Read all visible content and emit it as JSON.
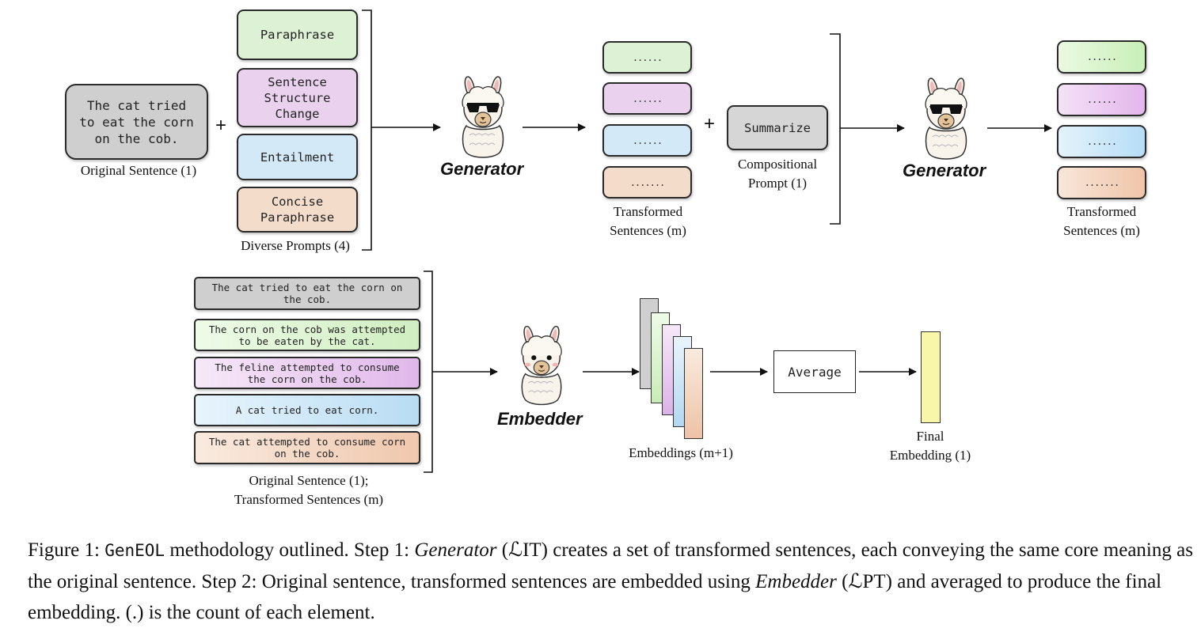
{
  "step1": {
    "original_sentence": "The cat tried to eat the corn on the cob.",
    "original_label": "Original Sentence (1)",
    "prompts": [
      "Paraphrase",
      "Sentence Structure Change",
      "Entailment",
      "Concise Paraphrase"
    ],
    "prompts_label": "Diverse Prompts (4)",
    "generator_label": "Generator",
    "transformed_placeholders": [
      "......",
      "......",
      "......",
      "......."
    ],
    "transformed_label_line1": "Transformed",
    "transformed_label_line2": "Sentences (m)",
    "compositional_prompt": "Summarize",
    "compositional_label_line1": "Compositional",
    "compositional_label_line2": "Prompt (1)",
    "generator2_label": "Generator",
    "final_placeholders": [
      "......",
      "......",
      "......",
      "......."
    ],
    "final_label_line1": "Transformed",
    "final_label_line2": "Sentences (m)"
  },
  "step2": {
    "sentences": [
      "The cat tried to eat the corn on the cob.",
      "The corn on the cob was attempted to be eaten by the cat.",
      "The feline attempted to consume the corn on the cob.",
      "A cat tried to eat corn.",
      "The cat attempted to consume corn on the cob."
    ],
    "sentences_label_line1": "Original Sentence (1);",
    "sentences_label_line2": "Transformed Sentences (m)",
    "embedder_label": "Embedder",
    "embeddings_label": "Embeddings (m+1)",
    "average_label": "Average",
    "final_label_line1": "Final",
    "final_label_line2": "Embedding (1)"
  },
  "plus_sign": "+",
  "caption": {
    "prefix": "Figure 1: ",
    "method": "GenEOL",
    "part1": " methodology outlined. Step 1: ",
    "generator": "Generator",
    "loss_it": " (ℒIT)",
    "part2": " creates a set of transformed sentences, each conveying the same core meaning as the original sentence. Step 2: Original sentence, transformed sentences are embedded using ",
    "embedder": "Embedder",
    "loss_pt": " (ℒPT)",
    "part3": " and averaged to produce the final embedding. (.) is the count of each element."
  },
  "colors": {
    "gray": "#d6d6d6",
    "green": "#ddf2d4",
    "purple": "#ead2ef",
    "blue": "#d4e9f7",
    "peach": "#f4dccb",
    "yellow": "#f8f6a8"
  }
}
